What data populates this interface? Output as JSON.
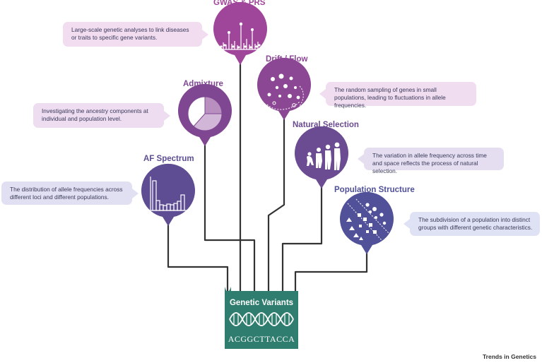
{
  "trunk": {
    "title": "Genetic Variants",
    "sequence": "ACGGCTTACCA"
  },
  "nodes": {
    "gwas": {
      "title": "GWAS & PRS",
      "desc": "Large-scale genetic analyses to link diseases or traits to specific gene variants.",
      "color": "#a0469a",
      "bubble": "#f2dcf0"
    },
    "drift": {
      "title": "Drift / Flow",
      "desc": "The random sampling of genes in small populations, leading to fluctuations in allele frequencies.",
      "color": "#8c4794",
      "bubble": "#f1ddf0"
    },
    "admixture": {
      "title": "Admixture",
      "desc": "Investigating the ancestry components at individual and population level.",
      "color": "#7f4792",
      "bubble": "#eedcf0"
    },
    "selection": {
      "title": "Natural Selection",
      "desc": "The variation in allele frequency across time and space reflects the process of natural selection.",
      "color": "#6b4b91",
      "bubble": "#e5def1"
    },
    "afspectrum": {
      "title": "AF Spectrum",
      "desc": "The distribution of allele frequencies across different loci and different populations.",
      "color": "#5e4d93",
      "bubble": "#e1e0f2"
    },
    "structure": {
      "title": "Population Structure",
      "desc": "The subdivision of a population into distinct groups with different genetic characteristics.",
      "color": "#51519a",
      "bubble": "#dfe2f4"
    }
  },
  "colors": {
    "trunk": "#2f7d6e",
    "line": "#333333"
  },
  "footer": "Trends in Genetics"
}
